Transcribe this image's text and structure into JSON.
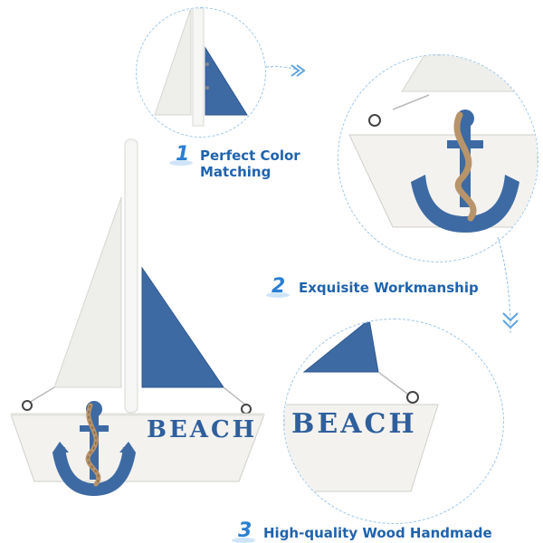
{
  "features": [
    {
      "number": "1",
      "line1": "Perfect Color",
      "line2": "Matching"
    },
    {
      "number": "2",
      "line1": "Exquisite Workmanship"
    },
    {
      "number": "3",
      "line1": "High-quality Wood Handmade"
    }
  ],
  "boat_label": "BEACH",
  "colors": {
    "accent": "#1f63ad",
    "sail_blue": "#3d6aa3",
    "wood_white": "#f3f2ef",
    "rope": "#b8946b"
  }
}
